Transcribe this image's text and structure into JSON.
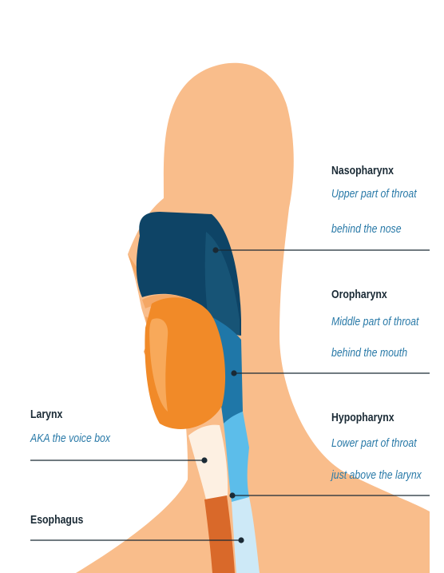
{
  "labels": {
    "nasopharynx": {
      "title": "Nasopharynx",
      "line1": "Upper part of throat",
      "line2": "behind the nose"
    },
    "oropharynx": {
      "title": "Oropharynx",
      "line1": "Middle part of throat",
      "line2": "behind the mouth"
    },
    "hypopharynx": {
      "title": "Hypopharynx",
      "line1": "Lower part of throat",
      "line2": "just above the larynx"
    },
    "larynx": {
      "title": "Larynx",
      "line1": "AKA the voice box"
    },
    "esophagus": {
      "title": "Esophagus"
    }
  },
  "colors": {
    "skin": "#f9bd8b",
    "skin_shade": "#f4a765",
    "mouth": "#f18a28",
    "nasopharynx": "#0e4466",
    "oropharynx": "#1f77a8",
    "hypopharynx": "#5cbdea",
    "trachea": "#cde9f7",
    "larynx": "#fdf0e2",
    "esophagus": "#d9692a",
    "text_title": "#1a2a35",
    "text_desc": "#2a7aa8",
    "leader_line": "#1a2a35"
  }
}
